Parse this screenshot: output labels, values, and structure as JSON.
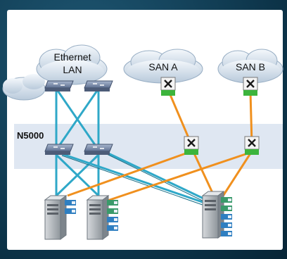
{
  "title": "N5000 unified fabric topology",
  "band_label": "N5000",
  "clouds": [
    {
      "id": "ethernet-lan",
      "line1": "Ethernet",
      "line2": "LAN"
    },
    {
      "id": "san-a",
      "line1": "SAN A",
      "line2": ""
    },
    {
      "id": "san-b",
      "line1": "SAN B",
      "line2": ""
    }
  ],
  "colors": {
    "ethernet_link": "#2fa8c8",
    "fc_link": "#f0901e",
    "band": "#dfe7f2",
    "fc_switch": "#3cb43c",
    "background": "#0e3a53"
  },
  "icons": [
    "cloud-icon",
    "ethernet-switch-icon",
    "fc-switch-icon",
    "server-tower-icon",
    "adapter-card-icon"
  ]
}
